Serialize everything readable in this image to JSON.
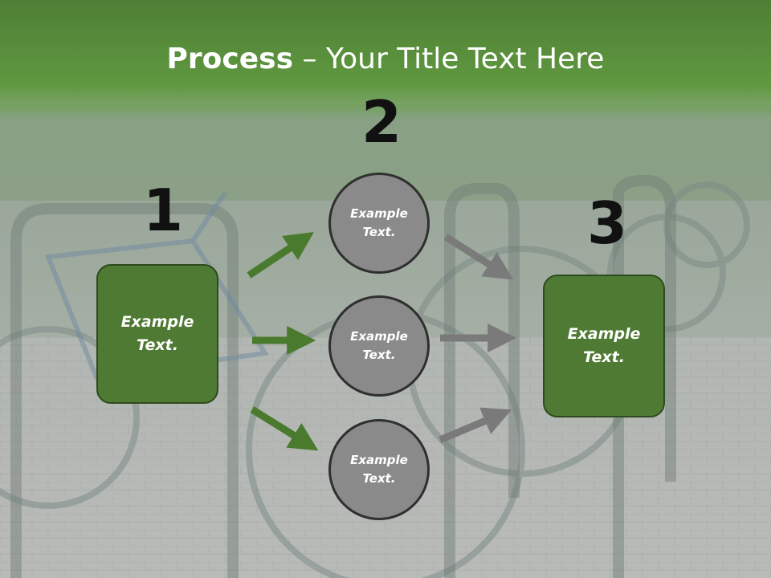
{
  "slide": {
    "title_bold": "Process",
    "title_rest": " – Your Title Text Here",
    "numbers": [
      "1",
      "2",
      "3"
    ],
    "left_box": "Example\nText.",
    "circles": [
      "Example\nText.",
      "Example\nText.",
      "Example\nText."
    ],
    "right_box": "Example\nText."
  },
  "colors": {
    "title_band": "#5a8f3c",
    "box_fill": "#4e7a33",
    "circle_fill": "#8a8a8a",
    "green_arrow": "#4a7a2e",
    "gray_arrow": "#7a7a7a"
  }
}
